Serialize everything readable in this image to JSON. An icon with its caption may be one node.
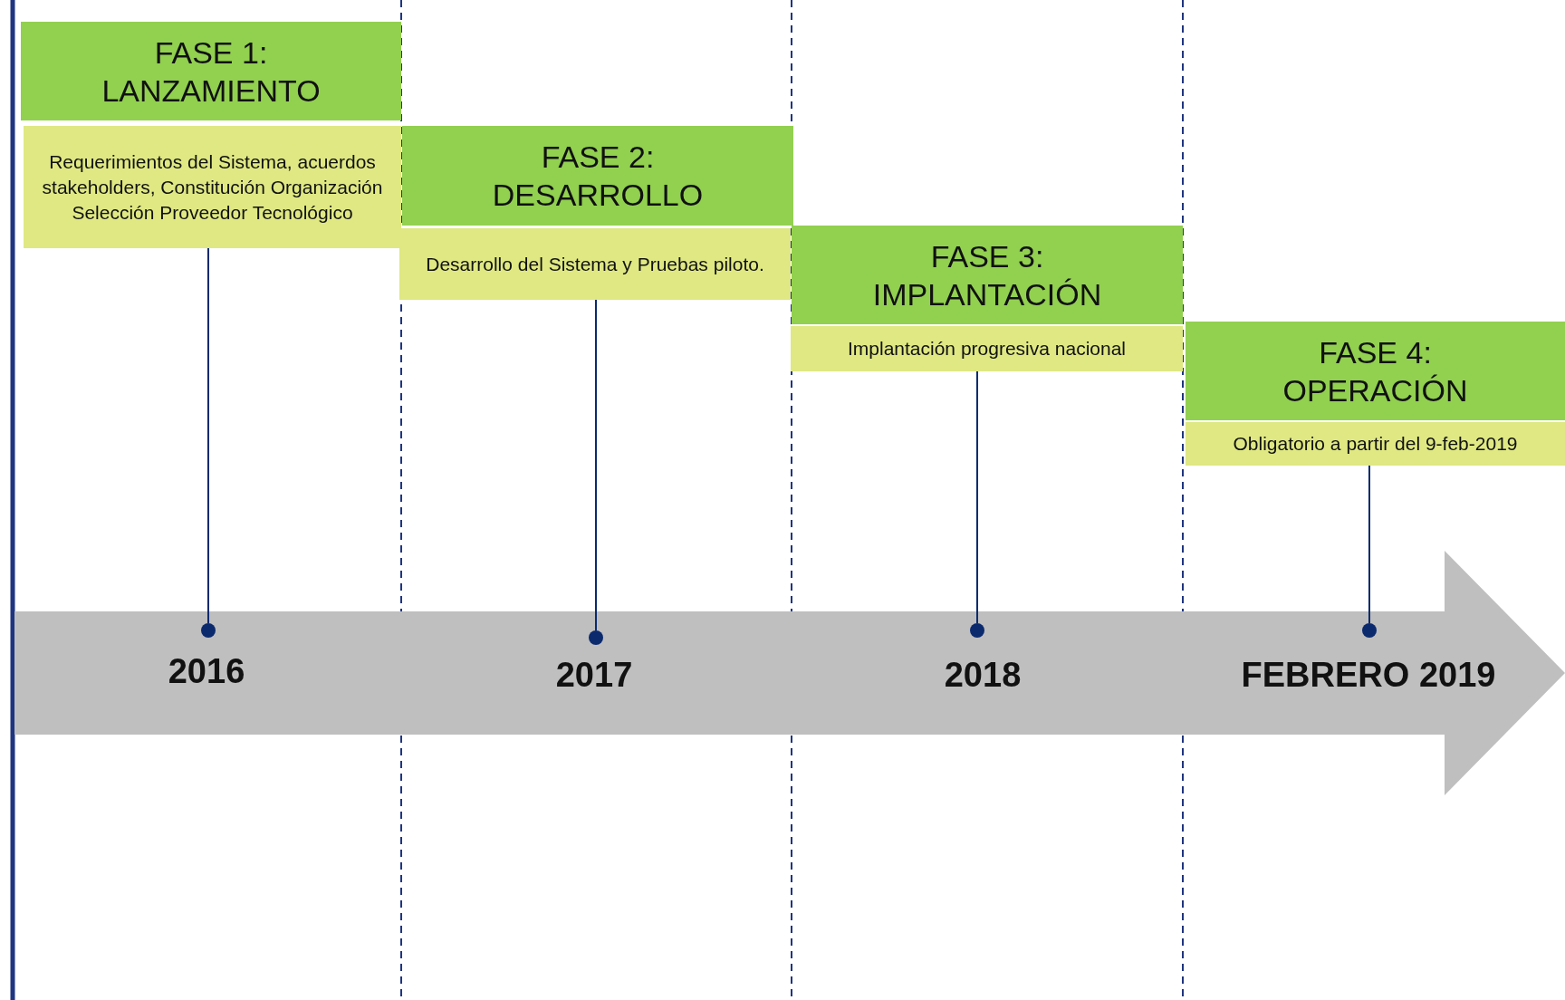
{
  "diagram": {
    "nodes": [
      {
        "text": [
          "2016",
          "2017",
          "2018",
          "FEBRERO 2019"
        ]
      },
      {
        "text": [
          "FASE 1: LANZAMIENTO"
        ]
      },
      {
        "text": [
          "Requerimientos del Sistema, acuerdos stakeholders, Constitución Organización Selección Proveedor Tecnológico"
        ]
      },
      {
        "text": [
          "FASE 2: DESARROLLO"
        ]
      },
      {
        "text": [
          "Desarrollo del Sistema y Pruebas piloto."
        ]
      },
      {
        "text": [
          "FASE 3: IMPLANTACIÓN"
        ]
      },
      {
        "text": [
          "Implantación progresiva nacional"
        ]
      },
      {
        "text": [
          "FASE 4: OPERACIÓN"
        ]
      },
      {
        "text": [
          "Obligatorio a partir del 9-feb-2019"
        ]
      },
      {
        "text": [],
        "shape": "circle",
        "in": 0
      },
      {
        "text": [],
        "shape": "circle",
        "in": 0
      },
      {
        "text": [],
        "shape": "circle",
        "in": 0
      },
      {
        "text": [],
        "shape": "circle",
        "in": 0
      }
    ],
    "edges": [
      {
        "from": 2,
        "to": 9,
        "arrow": "none"
      },
      {
        "from": 4,
        "to": 10,
        "arrow": "none"
      },
      {
        "from": 6,
        "to": 11,
        "arrow": "none"
      },
      {
        "from": 8,
        "to": 12,
        "arrow": "none"
      }
    ]
  }
}
